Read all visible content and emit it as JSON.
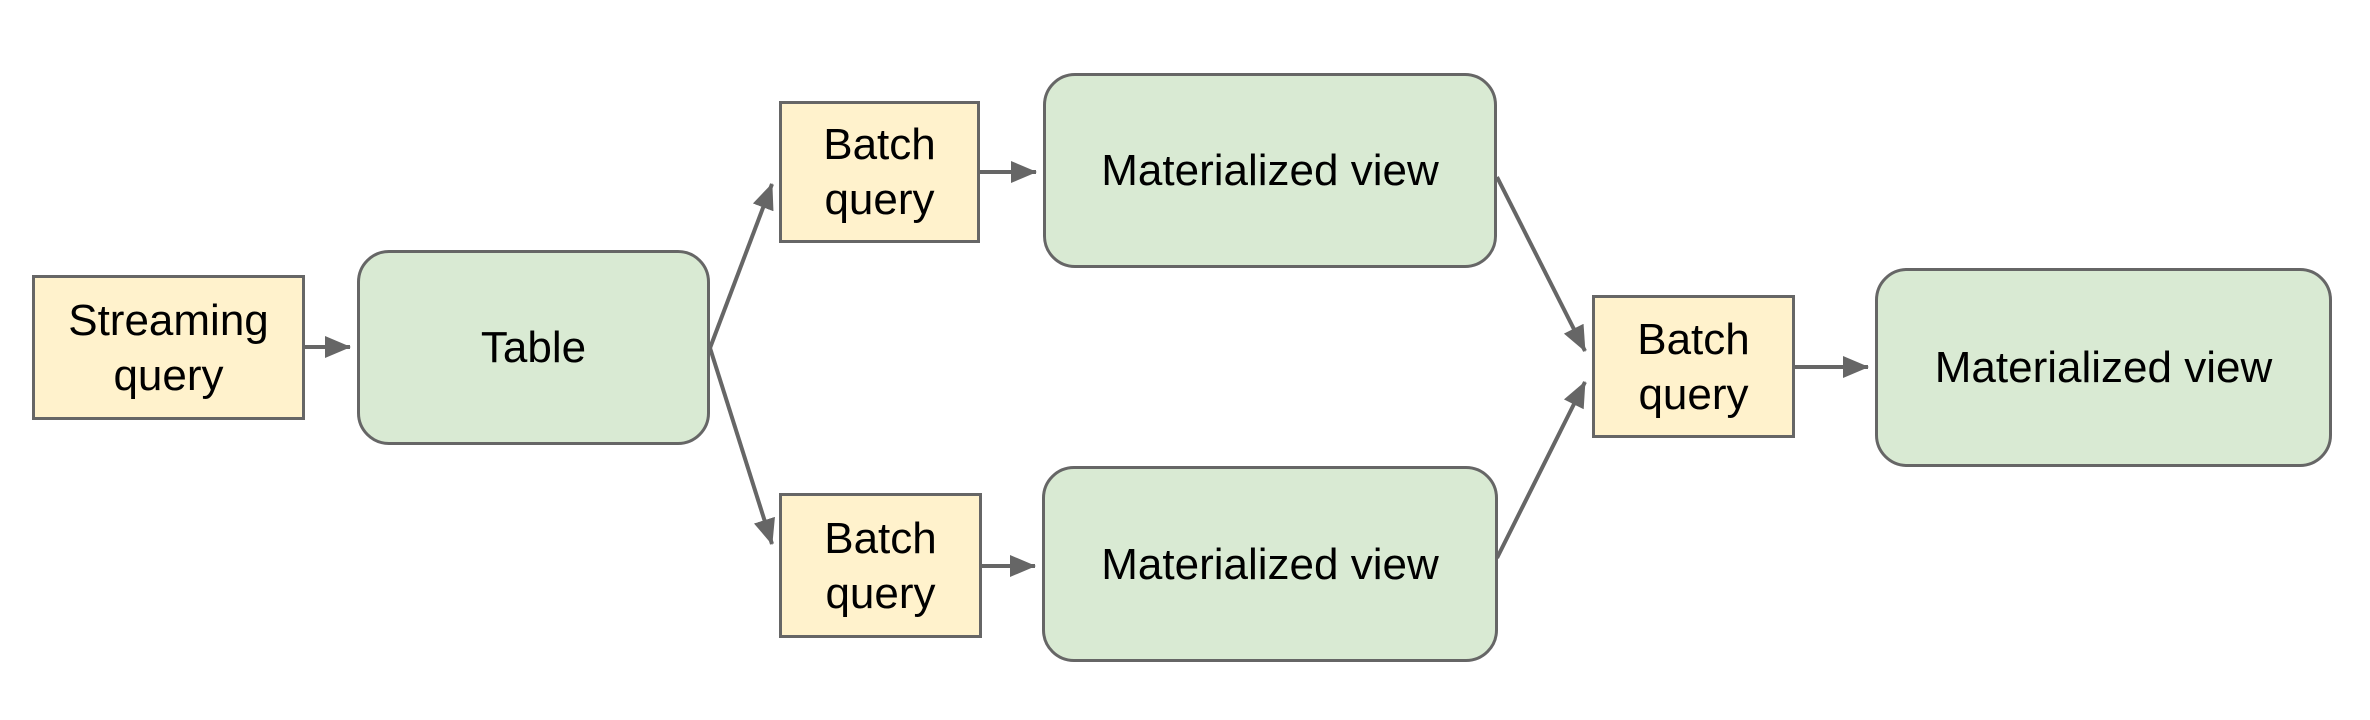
{
  "colors": {
    "canvas-bg": "#ffffff",
    "node-yellow-fill": "#fff2cc",
    "node-green-fill": "#d9ead3",
    "node-border": "#666666",
    "edge-color": "#666666",
    "label-text": "#000000"
  },
  "diagram": {
    "nodes": {
      "streaming_query": {
        "label": "Streaming query",
        "shape": "rectangle",
        "fill": "#fff2cc"
      },
      "table": {
        "label": "Table",
        "shape": "rounded-rectangle",
        "fill": "#d9ead3"
      },
      "batch_query_top": {
        "label": "Batch query",
        "shape": "rectangle",
        "fill": "#fff2cc"
      },
      "materialized_view_top": {
        "label": "Materialized view",
        "shape": "rounded-rectangle",
        "fill": "#d9ead3"
      },
      "batch_query_bottom": {
        "label": "Batch query",
        "shape": "rectangle",
        "fill": "#fff2cc"
      },
      "materialized_view_bottom": {
        "label": "Materialized view",
        "shape": "rounded-rectangle",
        "fill": "#d9ead3"
      },
      "batch_query_right": {
        "label": "Batch query",
        "shape": "rectangle",
        "fill": "#fff2cc"
      },
      "materialized_view_final": {
        "label": "Materialized view",
        "shape": "rounded-rectangle",
        "fill": "#d9ead3"
      }
    },
    "edges": [
      {
        "from": "streaming_query",
        "to": "table"
      },
      {
        "from": "table",
        "to": "batch_query_top"
      },
      {
        "from": "batch_query_top",
        "to": "materialized_view_top"
      },
      {
        "from": "table",
        "to": "batch_query_bottom"
      },
      {
        "from": "batch_query_bottom",
        "to": "materialized_view_bottom"
      },
      {
        "from": "materialized_view_top",
        "to": "batch_query_right"
      },
      {
        "from": "materialized_view_bottom",
        "to": "batch_query_right"
      },
      {
        "from": "batch_query_right",
        "to": "materialized_view_final"
      }
    ]
  }
}
